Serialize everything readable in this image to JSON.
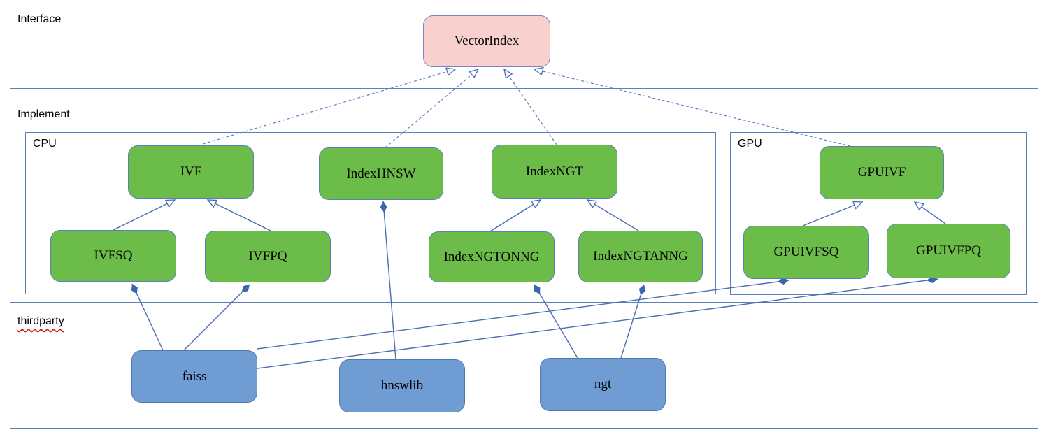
{
  "diagram": {
    "type": "uml-class-diagram",
    "containers": {
      "interface": {
        "label": "Interface"
      },
      "implement": {
        "label": "Implement"
      },
      "cpu": {
        "label": "CPU"
      },
      "gpu": {
        "label": "GPU"
      },
      "thirdparty": {
        "label": "thirdparty"
      }
    },
    "nodes": {
      "vectorindex": {
        "label": "VectorIndex"
      },
      "ivf": {
        "label": "IVF"
      },
      "indexhnsw": {
        "label": "IndexHNSW"
      },
      "indexngt": {
        "label": "IndexNGT"
      },
      "gpuivf": {
        "label": "GPUIVF"
      },
      "ivfsq": {
        "label": "IVFSQ"
      },
      "ivfpq": {
        "label": "IVFPQ"
      },
      "indexngtonng": {
        "label": "IndexNGTONNG"
      },
      "indexngtanng": {
        "label": "IndexNGTANNG"
      },
      "gpuivfsq": {
        "label": "GPUIVFSQ"
      },
      "gpuivfpq": {
        "label": "GPUIVFPQ"
      },
      "faiss": {
        "label": "faiss"
      },
      "hnswlib": {
        "label": "hnswlib"
      },
      "ngt": {
        "label": "ngt"
      }
    },
    "edges": [
      {
        "from": "IVF",
        "to": "VectorIndex",
        "type": "implements-dashed-hollow-arrow"
      },
      {
        "from": "IndexHNSW",
        "to": "VectorIndex",
        "type": "implements-dashed-hollow-arrow"
      },
      {
        "from": "IndexNGT",
        "to": "VectorIndex",
        "type": "implements-dashed-hollow-arrow"
      },
      {
        "from": "GPUIVF",
        "to": "VectorIndex",
        "type": "implements-dashed-hollow-arrow"
      },
      {
        "from": "IVFSQ",
        "to": "IVF",
        "type": "inherits-hollow-arrow"
      },
      {
        "from": "IVFPQ",
        "to": "IVF",
        "type": "inherits-hollow-arrow"
      },
      {
        "from": "IndexNGTONNG",
        "to": "IndexNGT",
        "type": "inherits-hollow-arrow"
      },
      {
        "from": "IndexNGTANNG",
        "to": "IndexNGT",
        "type": "inherits-hollow-arrow"
      },
      {
        "from": "GPUIVFSQ",
        "to": "GPUIVF",
        "type": "inherits-hollow-arrow"
      },
      {
        "from": "GPUIVFPQ",
        "to": "GPUIVF",
        "type": "inherits-hollow-arrow"
      },
      {
        "from": "faiss",
        "to": "IVFSQ",
        "type": "composition-diamond"
      },
      {
        "from": "faiss",
        "to": "IVFPQ",
        "type": "composition-diamond"
      },
      {
        "from": "faiss",
        "to": "GPUIVFSQ",
        "type": "composition-diamond"
      },
      {
        "from": "faiss",
        "to": "GPUIVFPQ",
        "type": "composition-diamond"
      },
      {
        "from": "hnswlib",
        "to": "IndexHNSW",
        "type": "composition-diamond"
      },
      {
        "from": "ngt",
        "to": "IndexNGTONNG",
        "type": "composition-diamond"
      },
      {
        "from": "ngt",
        "to": "IndexNGTANNG",
        "type": "composition-diamond"
      }
    ],
    "colors": {
      "interface-fill": "#f8d0ce",
      "interface-border": "#7585c2",
      "impl-fill": "#6bbc49",
      "impl-border": "#5a82b8",
      "lib-fill": "#6f9cd2",
      "lib-border": "#4f7ab0",
      "frame-border": "#5b7fb8",
      "edge": "#4a6db4",
      "edge-dashed": "#5c7fc0",
      "diamond": "#3a66ad",
      "squiggle": "#cc1f1a",
      "text": "#000000",
      "background": "#ffffff"
    }
  }
}
